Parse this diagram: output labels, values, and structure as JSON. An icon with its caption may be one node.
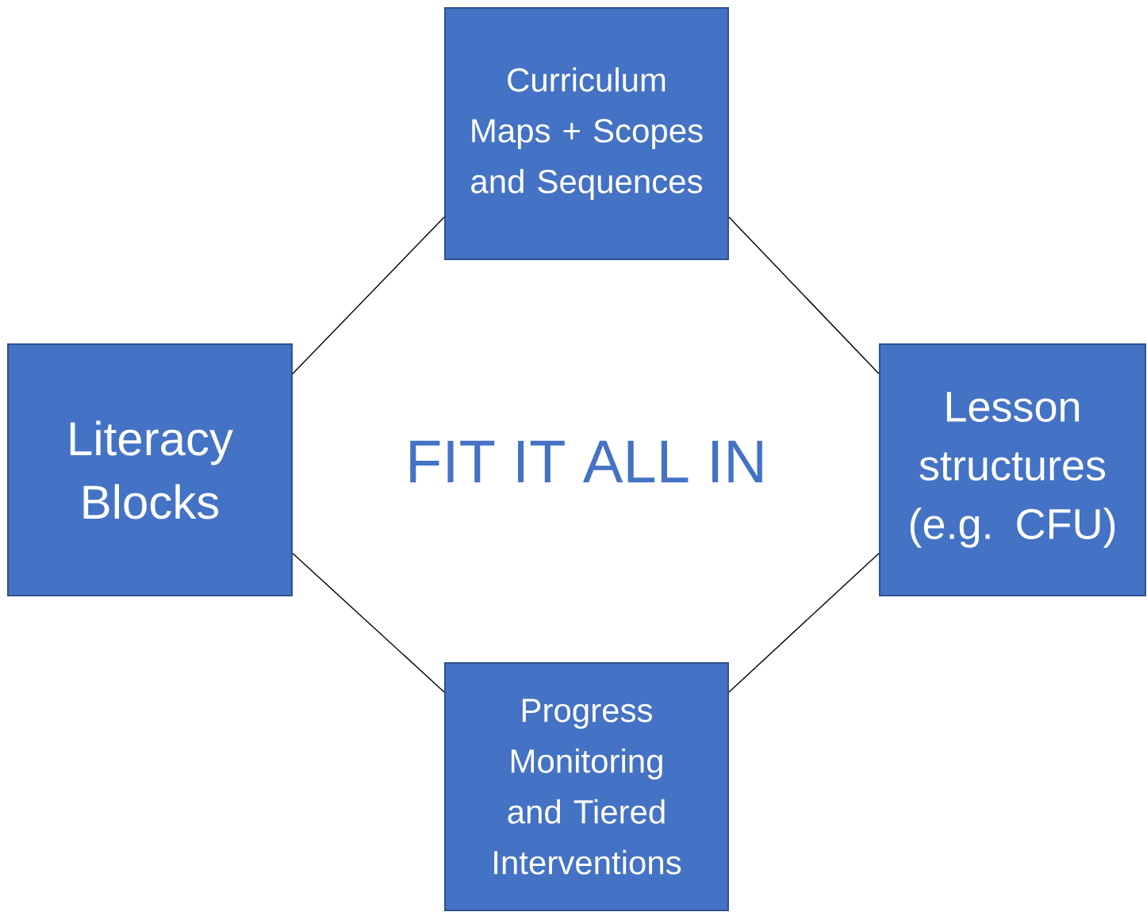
{
  "diagram": {
    "title": "FIT IT ALL IN",
    "nodes": [
      {
        "text": [
          "Curriculum Maps + Scopes and Sequences"
        ]
      },
      {
        "text": [
          "Literacy Blocks"
        ]
      },
      {
        "text": [
          "Lesson structures (e.g. CFU)"
        ]
      },
      {
        "text": [
          "Progress Monitoring and Tiered Interventions"
        ]
      }
    ],
    "edges": [
      {
        "from": 1,
        "to": 0,
        "arrow": "none"
      },
      {
        "from": 0,
        "to": 2,
        "arrow": "none"
      },
      {
        "from": 2,
        "to": 3,
        "arrow": "none"
      },
      {
        "from": 3,
        "to": 1,
        "arrow": "none"
      }
    ]
  }
}
